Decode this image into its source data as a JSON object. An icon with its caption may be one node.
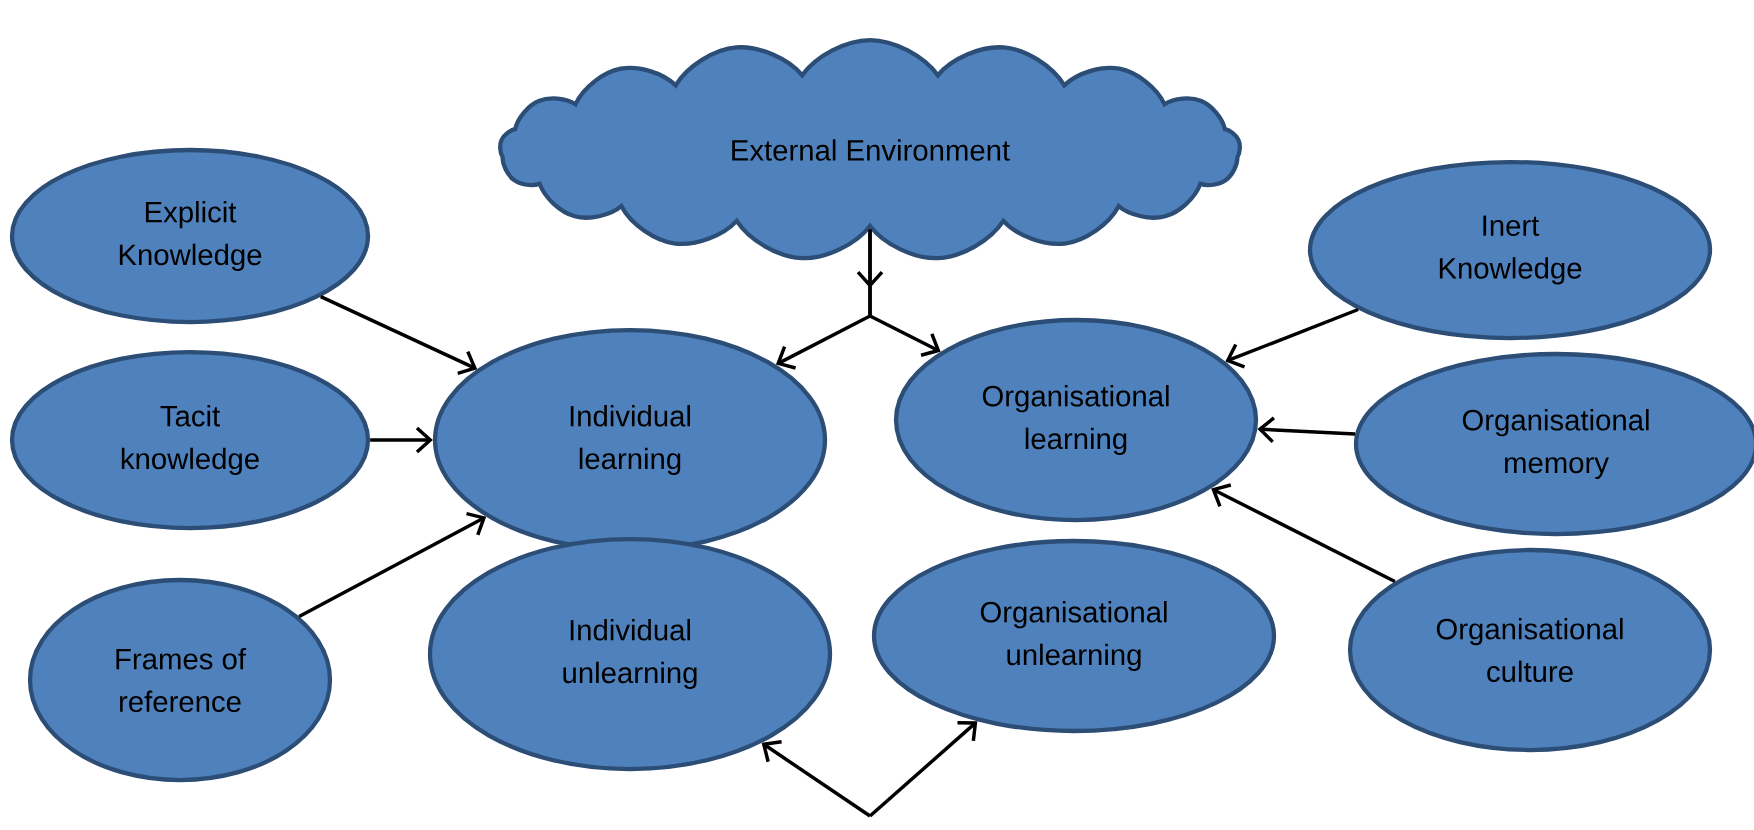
{
  "diagram": {
    "nodes": [
      {
        "text": [
          "External Environment"
        ]
      },
      {
        "text": [
          "Explicit Knowledge"
        ]
      },
      {
        "text": [
          "Inert Knowledge"
        ]
      },
      {
        "text": [
          "Individual learning"
        ]
      },
      {
        "text": [
          "Organisational learning"
        ]
      },
      {
        "text": [
          "Tacit knowledge"
        ]
      },
      {
        "text": [
          "Organisational memory"
        ]
      },
      {
        "text": [
          "Frames of reference"
        ]
      },
      {
        "text": [
          "Individual unlearning"
        ]
      },
      {
        "text": [
          "Organisational unlearning"
        ]
      },
      {
        "text": [
          "Organisational culture"
        ]
      }
    ],
    "edges": [
      {
        "from": 0,
        "to": 3,
        "arrow": "to"
      },
      {
        "from": 0,
        "to": 4,
        "arrow": "to"
      },
      {
        "from": 1,
        "to": 3,
        "arrow": "to"
      },
      {
        "from": 5,
        "to": 3,
        "arrow": "to"
      },
      {
        "from": 7,
        "to": 3,
        "arrow": "to"
      },
      {
        "from": 2,
        "to": 4,
        "arrow": "to"
      },
      {
        "from": 6,
        "to": 4,
        "arrow": "to"
      },
      {
        "from": 10,
        "to": 4,
        "arrow": "to"
      },
      {
        "from": null,
        "to": 8,
        "arrow": "to"
      },
      {
        "from": null,
        "to": 9,
        "arrow": "to"
      }
    ]
  }
}
